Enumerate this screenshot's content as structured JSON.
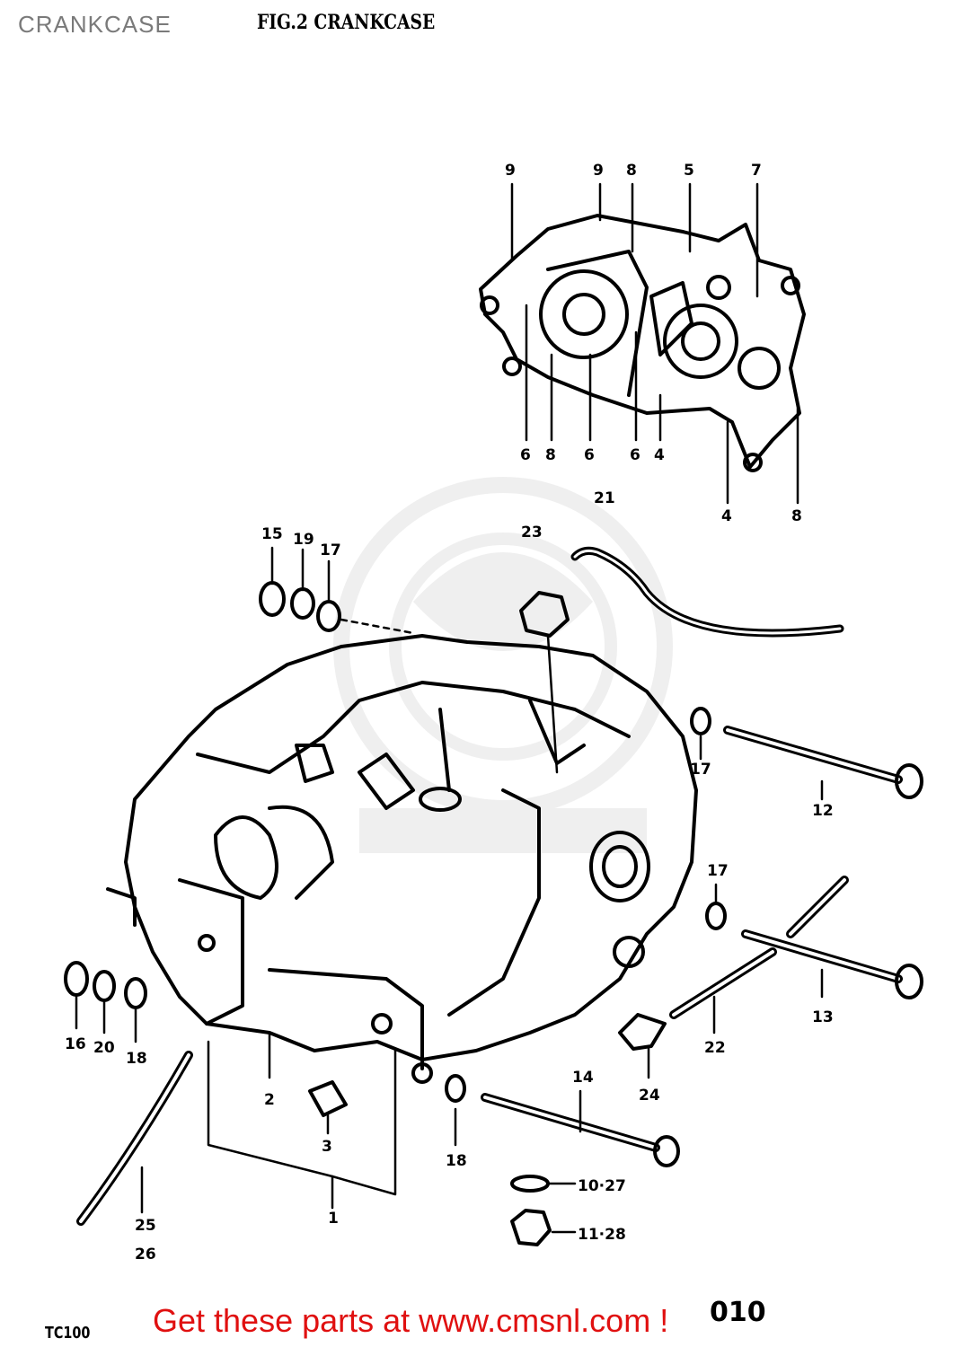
{
  "header": {
    "page_title": "CRANKCASE",
    "figure_title": "FIG.2  CRANKCASE"
  },
  "diagram": {
    "callouts": [
      "9",
      "9",
      "8",
      "5",
      "7",
      "6",
      "8",
      "6",
      "6",
      "4",
      "4",
      "8",
      "21",
      "23",
      "15",
      "19",
      "17",
      "17",
      "12",
      "17",
      "13",
      "22",
      "24",
      "16",
      "20",
      "18",
      "2",
      "3",
      "1",
      "18",
      "14",
      "10·27",
      "11·28",
      "25",
      "26"
    ]
  },
  "footer": {
    "model": "TC100",
    "page_number": "010",
    "cta_text": "Get these parts at www.cmsnl.com !"
  },
  "colors": {
    "cta": "#e01010",
    "line": "#000000",
    "watermark": "#808080"
  }
}
